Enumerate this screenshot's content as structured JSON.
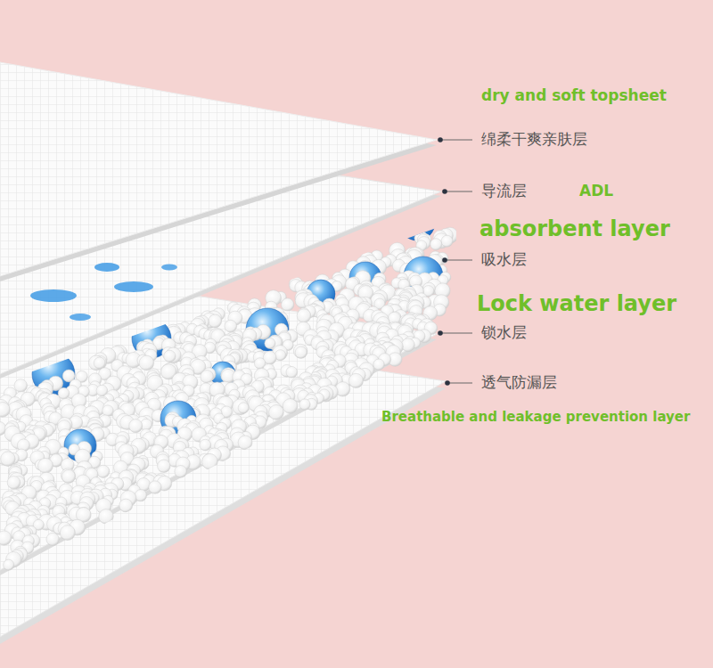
{
  "diagram": {
    "labels": [
      "dry and soft topsheet",
      "绵柔干爽亲肤层",
      "导流层",
      "ADL",
      "absorbent layer",
      "吸水层",
      "Lock water layer",
      "锁水层",
      "透气防漏层",
      "Breathable and leakage prevention layer"
    ]
  }
}
